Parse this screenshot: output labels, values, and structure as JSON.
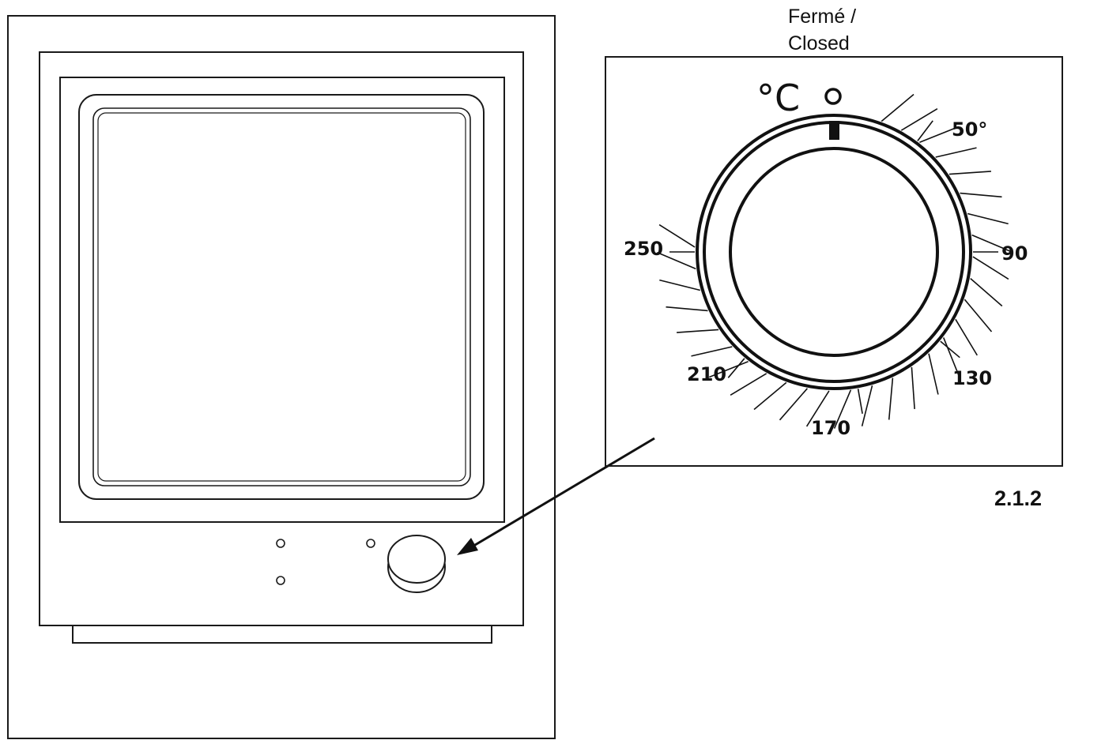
{
  "diagram": {
    "closed_label_line1": "Fermé /",
    "closed_label_line2": "Closed",
    "unit_label": "°C",
    "figure_number": "2.1.2",
    "scale": {
      "labels": [
        {
          "text": "50°",
          "angle_deg": 37
        },
        {
          "text": "90",
          "angle_deg": 90
        },
        {
          "text": "130",
          "angle_deg": 130
        },
        {
          "text": "170",
          "angle_deg": 170
        },
        {
          "text": "210",
          "angle_deg": 220
        },
        {
          "text": "250",
          "angle_deg": 270
        }
      ],
      "tick_start_deg": 20,
      "tick_end_deg": 272,
      "tick_step_deg": 9
    }
  }
}
